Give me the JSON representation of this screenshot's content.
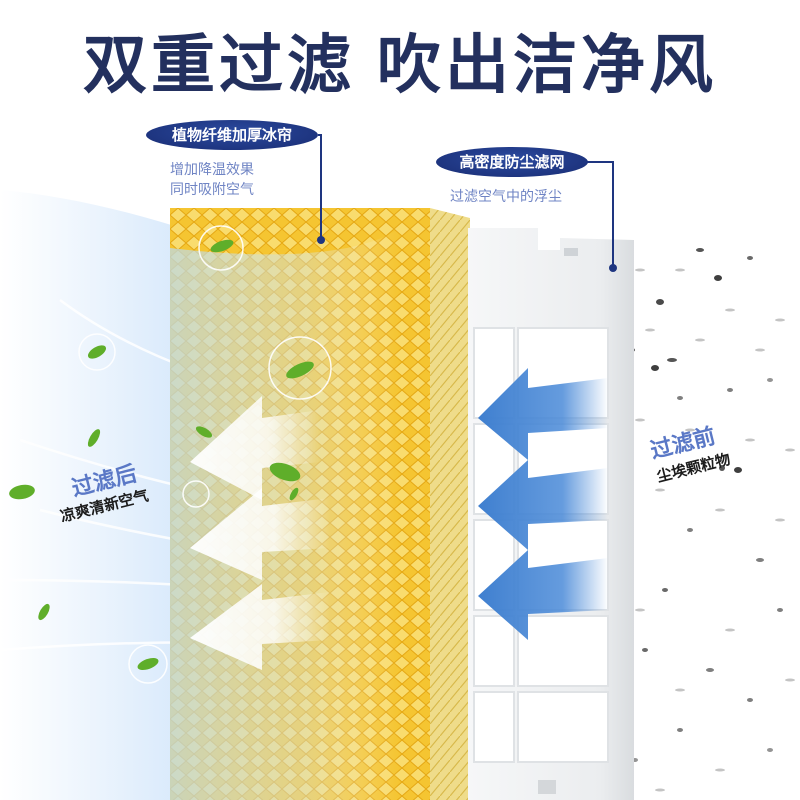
{
  "headline": {
    "part1": "双重过滤",
    "part2": "吹出洁净风"
  },
  "callouts": [
    {
      "title": "植物纤维加厚冰帘",
      "lines": [
        "增加降温效果",
        "同时吸附空气"
      ]
    },
    {
      "title": "高密度防尘滤网",
      "lines": [
        "过滤空气中的浮尘"
      ]
    }
  ],
  "annotations": {
    "after": {
      "title": "过滤后",
      "subtitle": "凉爽清新空气"
    },
    "before": {
      "title": "过滤前",
      "subtitle": "尘埃颗粒物"
    }
  },
  "colors": {
    "headline": "#23305e",
    "pill": "#1e3580",
    "subtext": "#6f84c4",
    "annotation_blue": "#5a78c6",
    "pad_yellow": "#f5c531",
    "arrow_blue": "#4a8ad8"
  },
  "icons": [
    "leaf-icon",
    "bubble-icon",
    "arrow-left-icon",
    "dust-particles"
  ]
}
